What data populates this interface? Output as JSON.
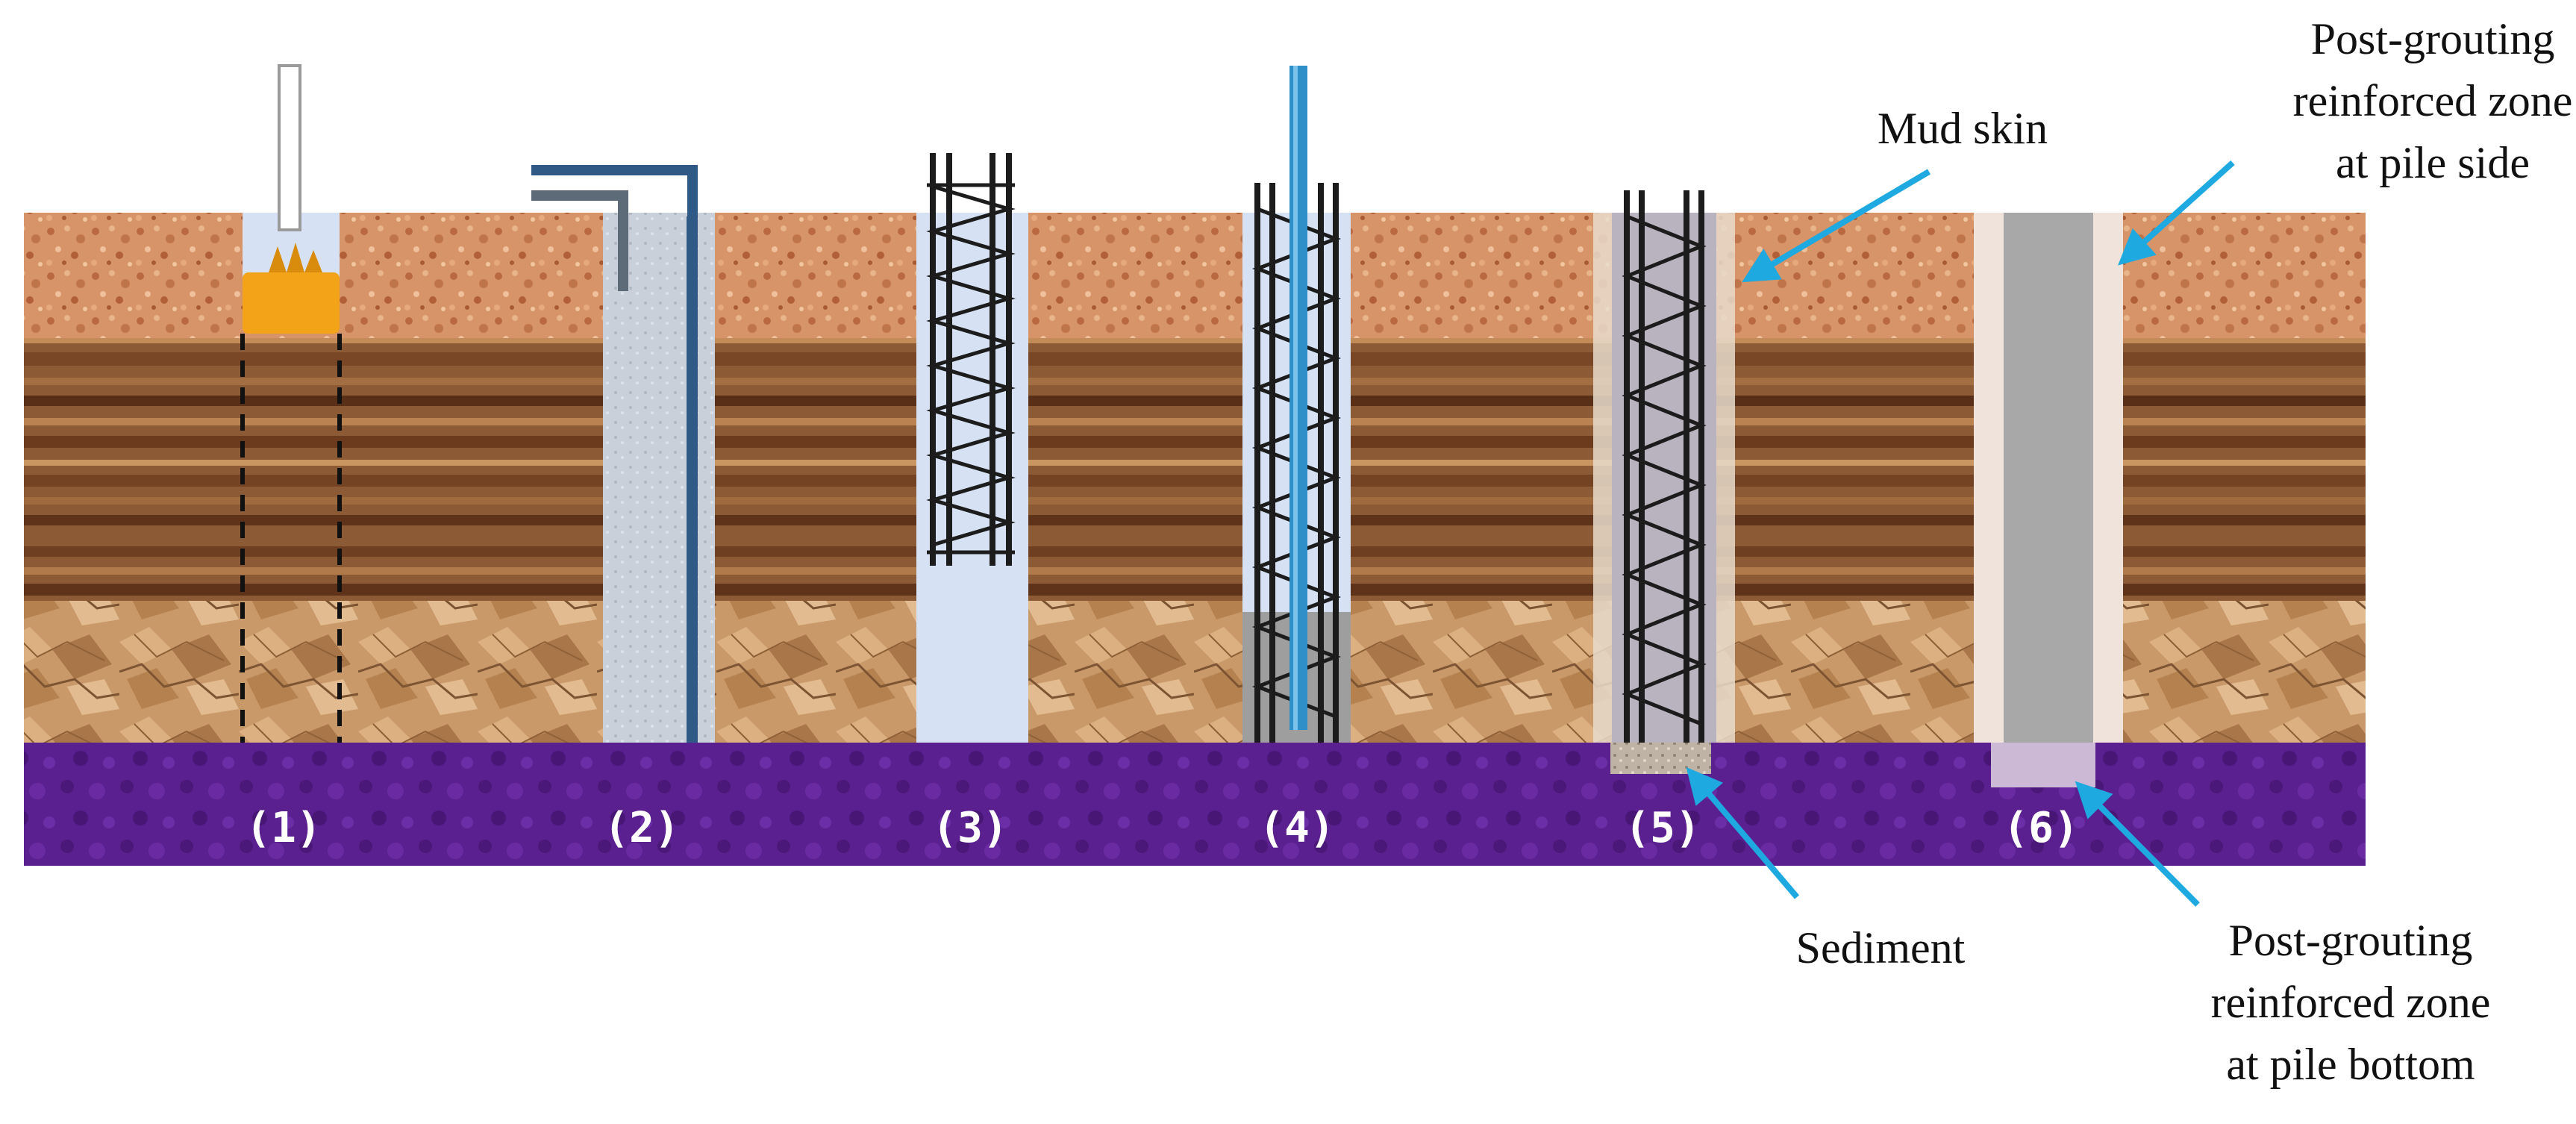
{
  "steps": [
    {
      "label": "(1)"
    },
    {
      "label": "(2)"
    },
    {
      "label": "(3)"
    },
    {
      "label": "(4)"
    },
    {
      "label": "(5)"
    },
    {
      "label": "(6)"
    }
  ],
  "callouts": {
    "mud_skin": "Mud skin",
    "sediment": "Sediment",
    "side_zone": [
      "Post-grouting",
      "reinforced zone",
      "at pile side"
    ],
    "bottom_zone": [
      "Post-grouting",
      "reinforced zone",
      "at pile bottom"
    ]
  },
  "colors": {
    "topsoil": "#d9956a",
    "clay": "#8a5530",
    "gravel": "#c89a6a",
    "bedrock": "#5a1f8a",
    "hole": "#d6e2f3",
    "rebar": "#1c1c1c",
    "pipe": "#2f8fc9",
    "arrow": "#1fa9e1",
    "concrete": "#a8a8a8"
  }
}
